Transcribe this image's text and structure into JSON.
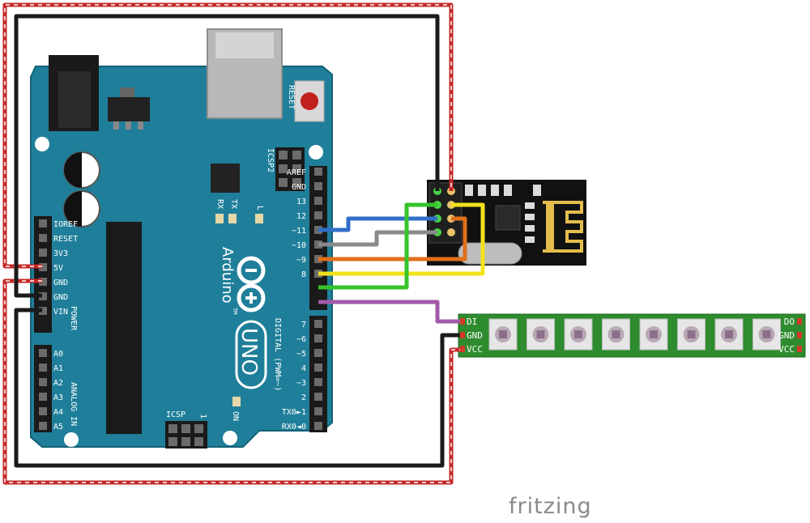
{
  "arduino": {
    "reset_label": "RESET",
    "icsp2_label": "ICSP2",
    "tx_label": "TX",
    "rx_label": "RX",
    "l_label": "L",
    "brand": "Arduino",
    "tm": "TM",
    "model": "UNO",
    "icsp_label": "ICSP",
    "icsp_pin1": "1",
    "on_label": "ON",
    "power_group_label": "POWER",
    "analog_group_label": "ANALOG IN",
    "digital_group_label": "DIGITAL (PWM=~)",
    "power_pins": [
      "IOREF",
      "RESET",
      "3V3",
      "5V",
      "GND",
      "GND",
      "VIN"
    ],
    "analog_pins": [
      "A0",
      "A1",
      "A2",
      "A3",
      "A4",
      "A5"
    ],
    "digital_upper_pins": [
      "AREF",
      "GND",
      "13",
      "12",
      "~11",
      "~10",
      "~9",
      "8"
    ],
    "digital_lower_pins": [
      "7",
      "~6",
      "~5",
      "4",
      "~3",
      "2",
      "TX0►1",
      "RX0◄0"
    ]
  },
  "led_strip": {
    "left_pins": [
      "DI",
      "GND",
      "VCC"
    ],
    "right_pins": [
      "DO",
      "GND",
      "VCC"
    ],
    "led_count": 8
  },
  "wires": {
    "red": "#c62828",
    "black": "#1a1a1a",
    "blue": "#2f6fc8",
    "gray": "#8a8a8a",
    "orange": "#e0701c",
    "yellow": "#f2e21c",
    "green": "#36c42b",
    "purple": "#a25aa8"
  },
  "colors": {
    "board": "#1f7f9a",
    "rf_module": "#111111",
    "strip": "#2e8b2e"
  },
  "branding": "fritzing"
}
